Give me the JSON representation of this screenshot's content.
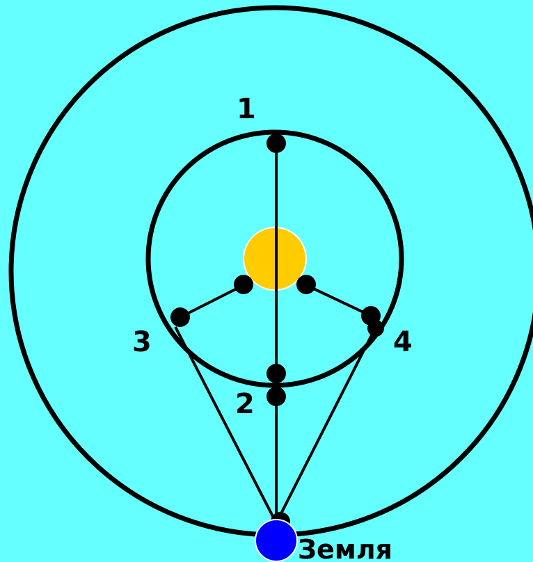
{
  "colors": {
    "background": "#66ffff",
    "orbit_stroke": "#000000",
    "sun": "#ffcc00",
    "earth": "#0000ff",
    "point": "#000000"
  },
  "labels": {
    "p1": "1",
    "p2": "2",
    "p3": "3",
    "p4": "4",
    "earth": "Земля"
  }
}
